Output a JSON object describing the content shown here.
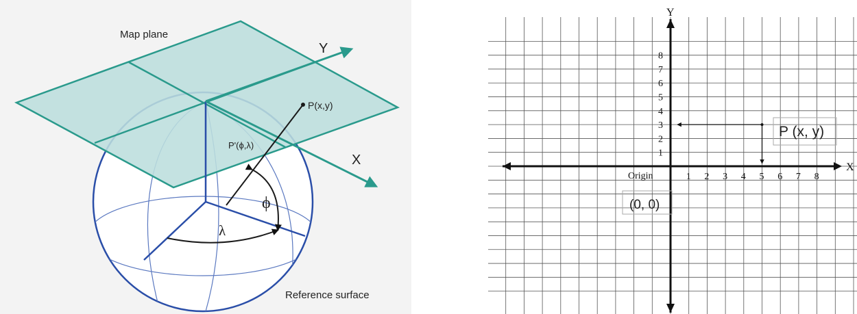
{
  "left": {
    "map_plane_label": "Map plane",
    "y_axis_label": "Y",
    "x_axis_label": "X",
    "point_label": "P(x,y)",
    "projected_point_label": "P'(ϕ,λ)",
    "phi_label": "ϕ",
    "lambda_label": "λ",
    "reference_surface_label": "Reference surface",
    "colors": {
      "plane_fill": "#bcdedd",
      "plane_edge": "#2a9a8c",
      "sphere": "#2a4ea8",
      "arrow": "#2a9a8c"
    }
  },
  "right": {
    "y_axis_label": "Y",
    "x_axis_label": "X",
    "y_ticks": [
      "1",
      "2",
      "3",
      "4",
      "5",
      "6",
      "7",
      "8"
    ],
    "x_ticks": [
      "1",
      "2",
      "3",
      "4",
      "5",
      "6",
      "7",
      "8"
    ],
    "origin_label": "Origin",
    "origin_coords": "(0, 0)",
    "point_label": "P (x, y)",
    "point": {
      "x": 5,
      "y": 3
    }
  }
}
